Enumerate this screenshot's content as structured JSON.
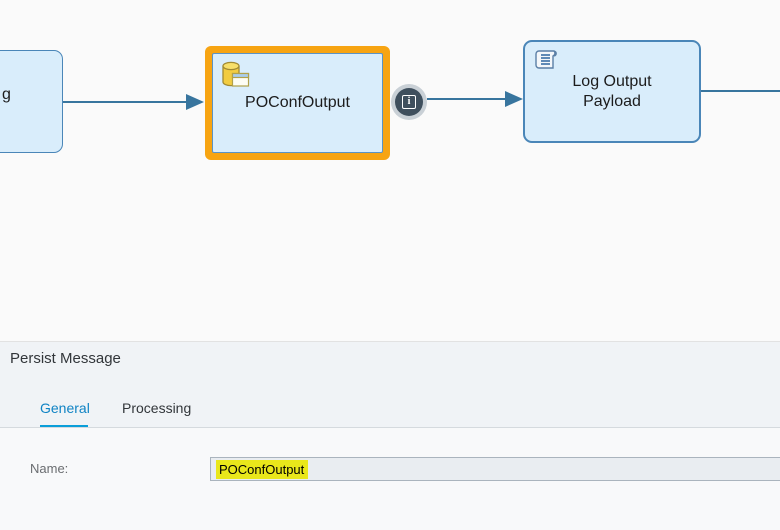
{
  "diagram": {
    "partial_node": {
      "label": "g"
    },
    "selected_node": {
      "label": "POConfOutput",
      "icon": "persist-message-icon",
      "selected": true
    },
    "info_badge": {
      "glyph": "i"
    },
    "log_node": {
      "lines": [
        "Log Output",
        "Payload"
      ],
      "icon": "script-icon"
    }
  },
  "panel": {
    "title": "Persist Message",
    "tabs": [
      {
        "label": "General",
        "active": true
      },
      {
        "label": "Processing",
        "active": false
      }
    ],
    "name_field": {
      "label": "Name:",
      "value": "POConfOutput",
      "value_highlighted": true
    }
  },
  "colors": {
    "canvas_bg": "#fafafa",
    "node_fill": "#d9edfb",
    "node_border": "#4a86b8",
    "connector": "#38759e",
    "selection_orange": "#f7a412",
    "badge_ring": "#c9d0d6",
    "badge_fill": "#3f4f5d",
    "tab_active": "#0f83c4",
    "tab_underline": "#0a9ed9",
    "panel_bg": "#f0f3f6",
    "content_bg": "#f8f9fa",
    "highlight_yellow": "#e9e71b",
    "input_bg": "#e9edf1"
  }
}
